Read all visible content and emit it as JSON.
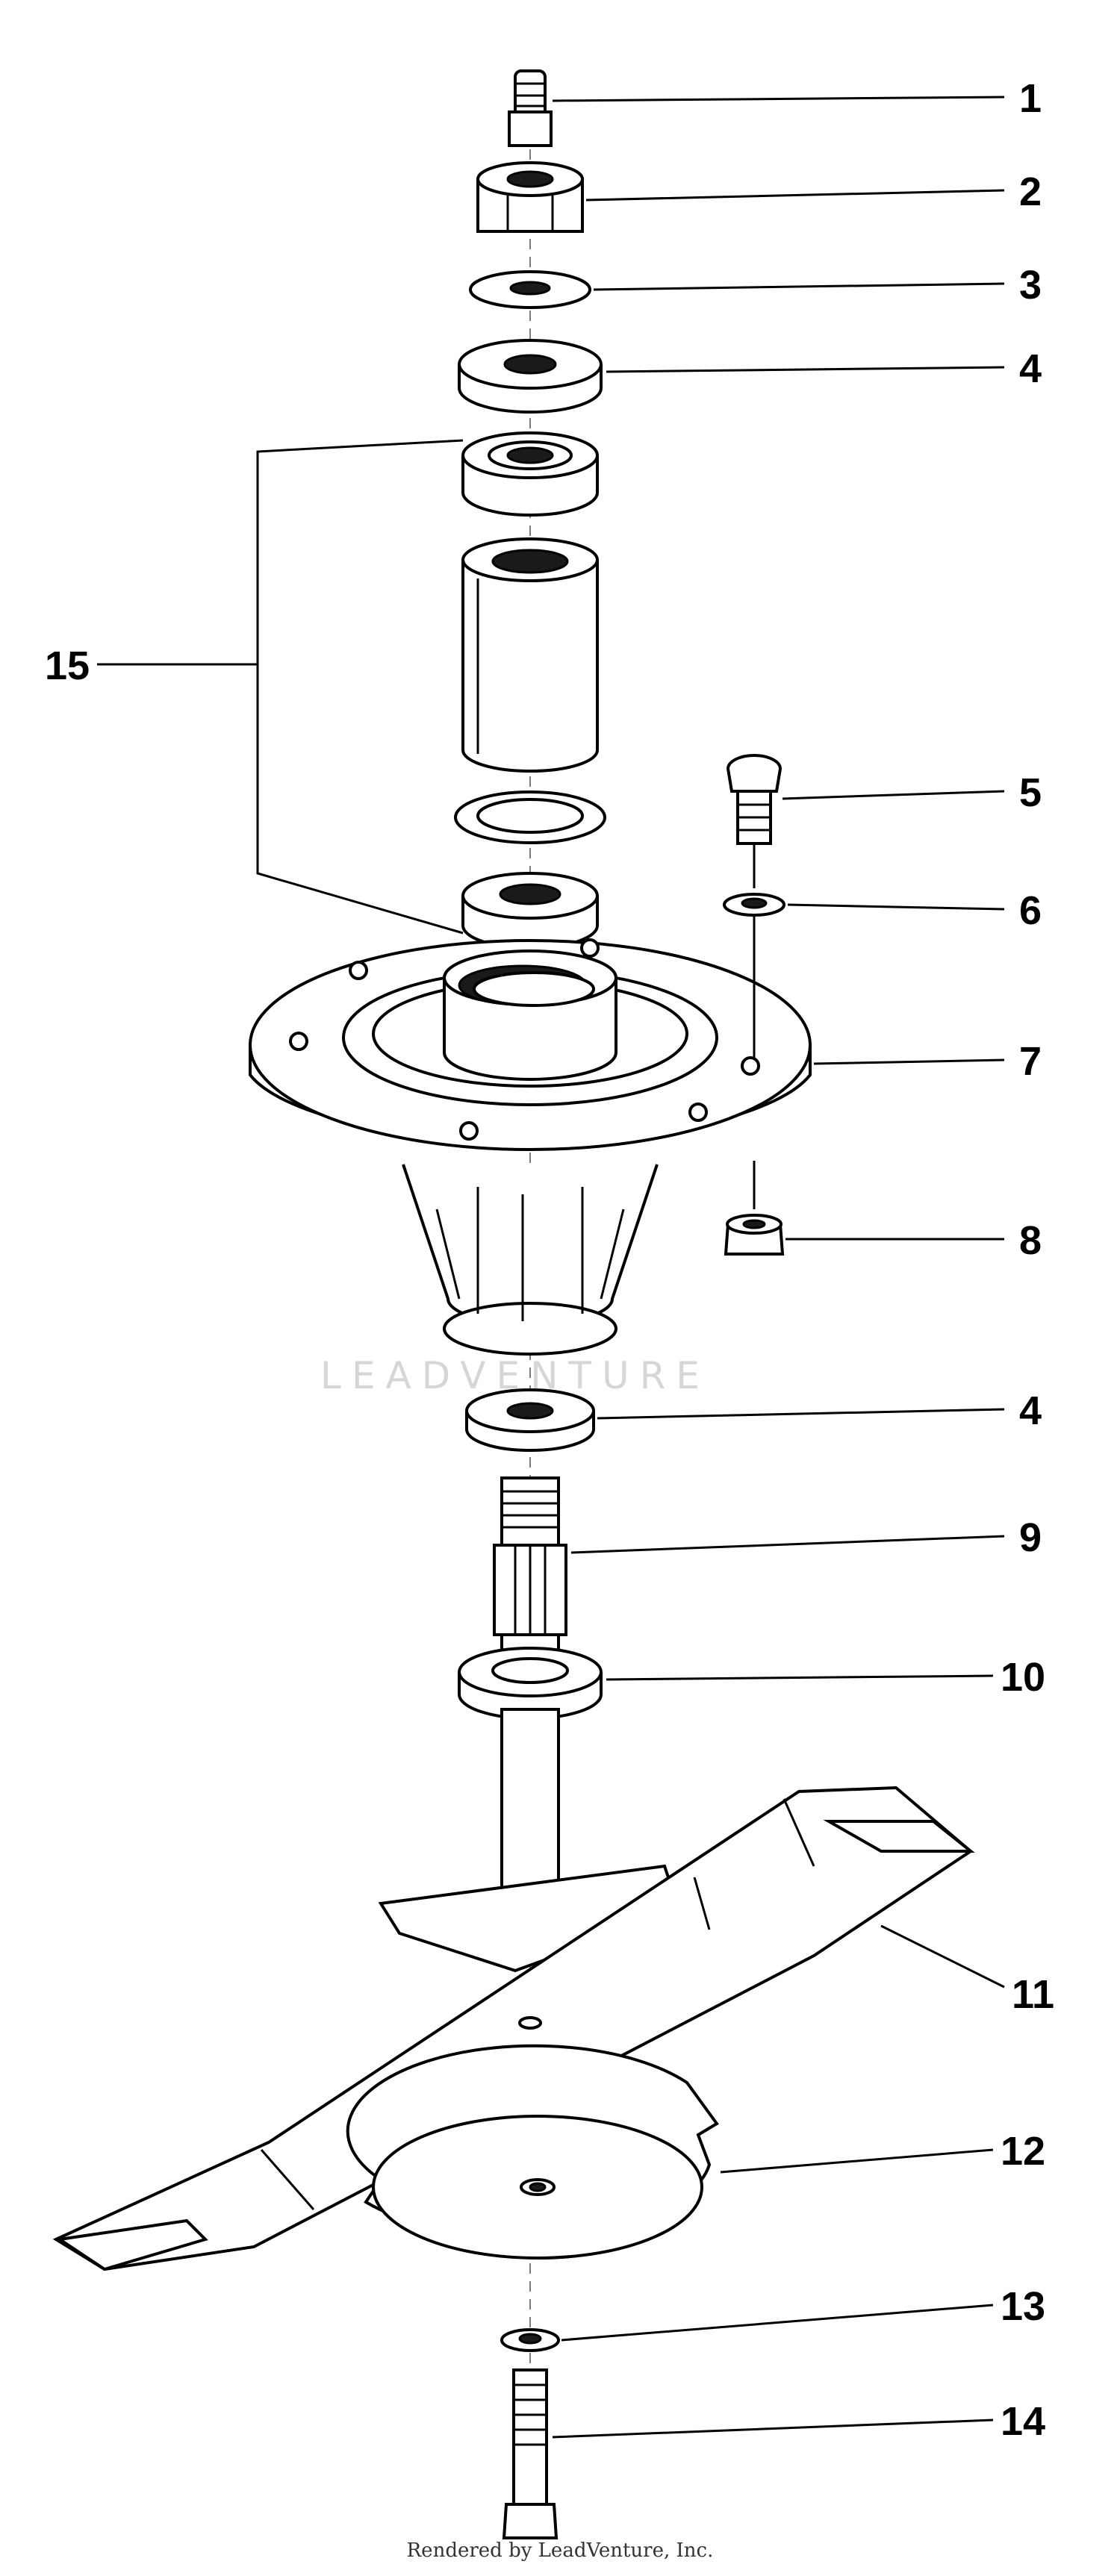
{
  "callouts": {
    "c1": "1",
    "c2": "2",
    "c3": "3",
    "c4a": "4",
    "c5": "5",
    "c6": "6",
    "c7": "7",
    "c8": "8",
    "c4b": "4",
    "c9": "9",
    "c10": "10",
    "c11": "11",
    "c12": "12",
    "c13": "13",
    "c14": "14",
    "c15": "15"
  },
  "watermark": "LEADVENTURE",
  "footer": "Rendered by LeadVenture, Inc."
}
